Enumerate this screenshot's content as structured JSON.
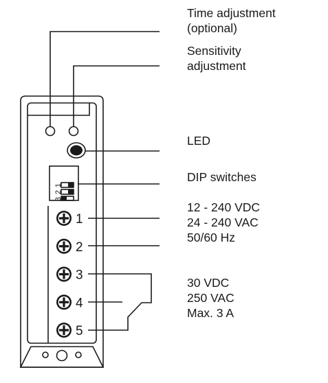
{
  "callouts": {
    "time_adjustment": "Time adjustment\n(optional)",
    "sensitivity_adjustment": "Sensitivity\nadjustment",
    "led": "LED",
    "dip_switches": "DIP switches",
    "supply_voltage": "12 - 240 VDC\n24 - 240 VAC\n50/60 Hz",
    "contact_rating": "30 VDC\n250 VAC\nMax. 3 A"
  },
  "terminals": [
    "1",
    "2",
    "3",
    "4",
    "5"
  ],
  "dip_labels": [
    "1",
    "2",
    "3"
  ],
  "colors": {
    "line": "#1a1a1a",
    "background": "#ffffff"
  }
}
